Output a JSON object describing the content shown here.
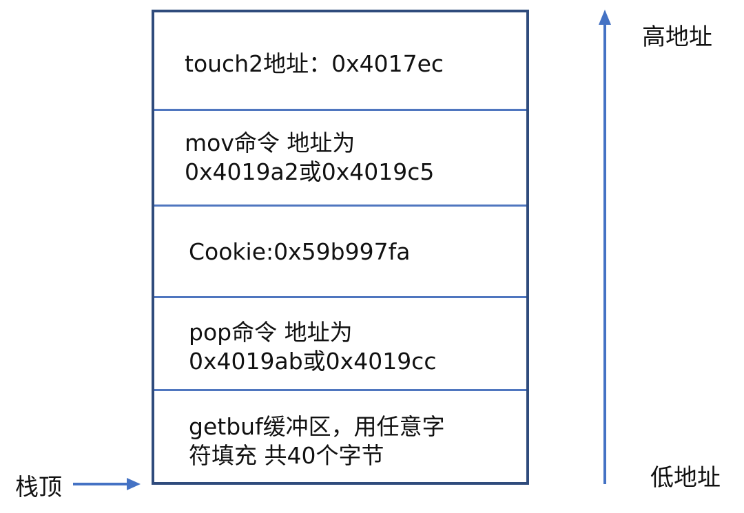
{
  "stack": {
    "cells": [
      {
        "text": "touch2地址：0x4017ec"
      },
      {
        "text": "mov命令 地址为\n0x4019a2或0x4019c5"
      },
      {
        "text": "Cookie:0x59b997fa"
      },
      {
        "text": "pop命令 地址为\n0x4019ab或0x4019cc"
      },
      {
        "text": "getbuf缓冲区，用任意字\n符填充 共40个字节"
      }
    ]
  },
  "labels": {
    "high_address": "高地址",
    "low_address": "低地址",
    "stack_top": "栈顶"
  },
  "colors": {
    "border": "#2F4B7C",
    "divider": "#4F76BF",
    "arrow": "#4472C4"
  }
}
